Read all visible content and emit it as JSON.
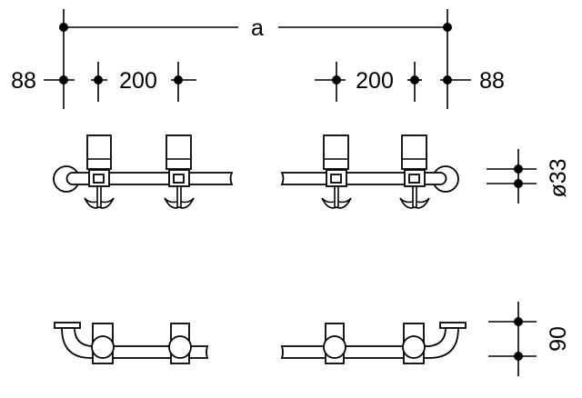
{
  "dimensions": {
    "overall": "a",
    "end_offset_left": "88",
    "end_offset_right": "88",
    "holder_spacing_left": "200",
    "holder_spacing_right": "200",
    "tube_diameter": "ø33",
    "projection": "90"
  }
}
